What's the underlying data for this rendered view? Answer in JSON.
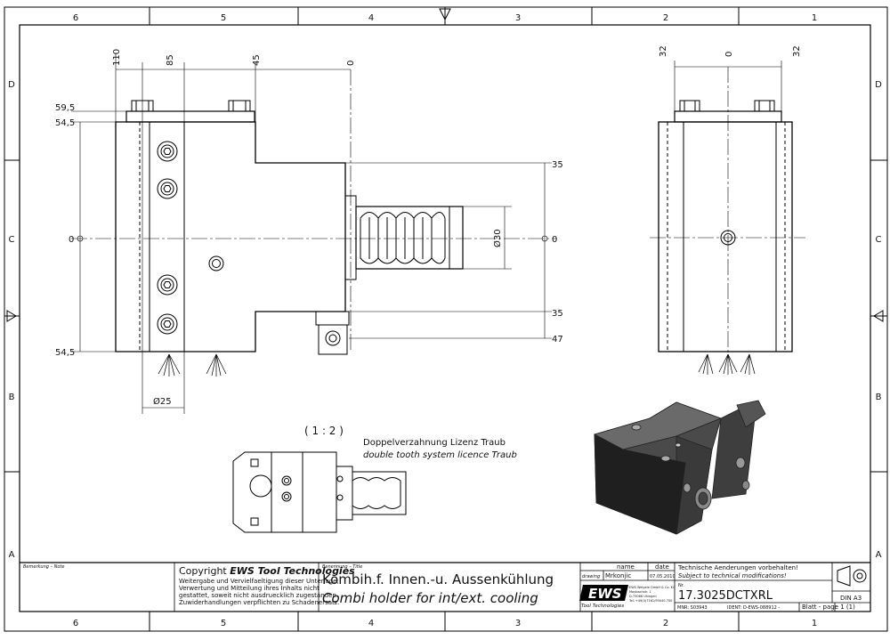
{
  "frame": {
    "col_numbers": [
      "6",
      "5",
      "4",
      "3",
      "2",
      "1"
    ],
    "row_letters": [
      "D",
      "C",
      "B",
      "A"
    ]
  },
  "dimensions": {
    "top_h": [
      "110",
      "85",
      "45",
      "0"
    ],
    "left_v": [
      "59,5",
      "54,5",
      "0",
      "54,5"
    ],
    "right_v": [
      "35",
      "0",
      "35",
      "47"
    ],
    "dia30": "Ø30",
    "dia25": "Ø25",
    "side_h": [
      "32",
      "0",
      "32"
    ]
  },
  "detail": {
    "scale": "( 1 : 2 )",
    "note_de": "Doppelverzahnung Lizenz Traub",
    "note_en": "double tooth system licence Traub"
  },
  "title_block": {
    "remark_label": "Bemerkung – Note",
    "copyright_prefix": "Copyright",
    "copyright_brand": "EWS Tool Technologies",
    "copyright_lines": [
      "Weitergabe und Vervielfaeltigung dieser Unterlage,",
      "Verwertung und Mitteilung ihres Inhalts nicht",
      "gestattet, soweit nicht ausdruecklich zugestanden.",
      "Zuwiderhandlungen verpflichten zu Schadenersatz."
    ],
    "title_label": "Benennung – Title",
    "title_de": "Kombih.f. Innen.-u. Aussenkühlung",
    "title_en": "Combi holder for int/ext. cooling",
    "col_name": "name",
    "col_date": "date",
    "row_drawing": "drawing",
    "drawer_name": "Mrkonjic",
    "drawer_date": "07.05.2010",
    "logo": "EWS",
    "logo_sub": "Tool Technologies",
    "company_lines": [
      "EWS Weigele GmbH & Co. KG",
      "Maybachstr. 1",
      "D-73066 Uhingen",
      "Tel. +49(0)7161/93040-700"
    ],
    "notice_de": "Technische Aenderungen vorbehalten!",
    "notice_en": "Subject to technical modifications!",
    "no_label": "Nr.",
    "part_number": "17.3025DCTXRL",
    "mnr": "MNR: S03943",
    "ident": "IDENT: D-EWS-088912 -",
    "sheet": "Blatt - page  1 (1)",
    "din": "DIN  A3"
  }
}
